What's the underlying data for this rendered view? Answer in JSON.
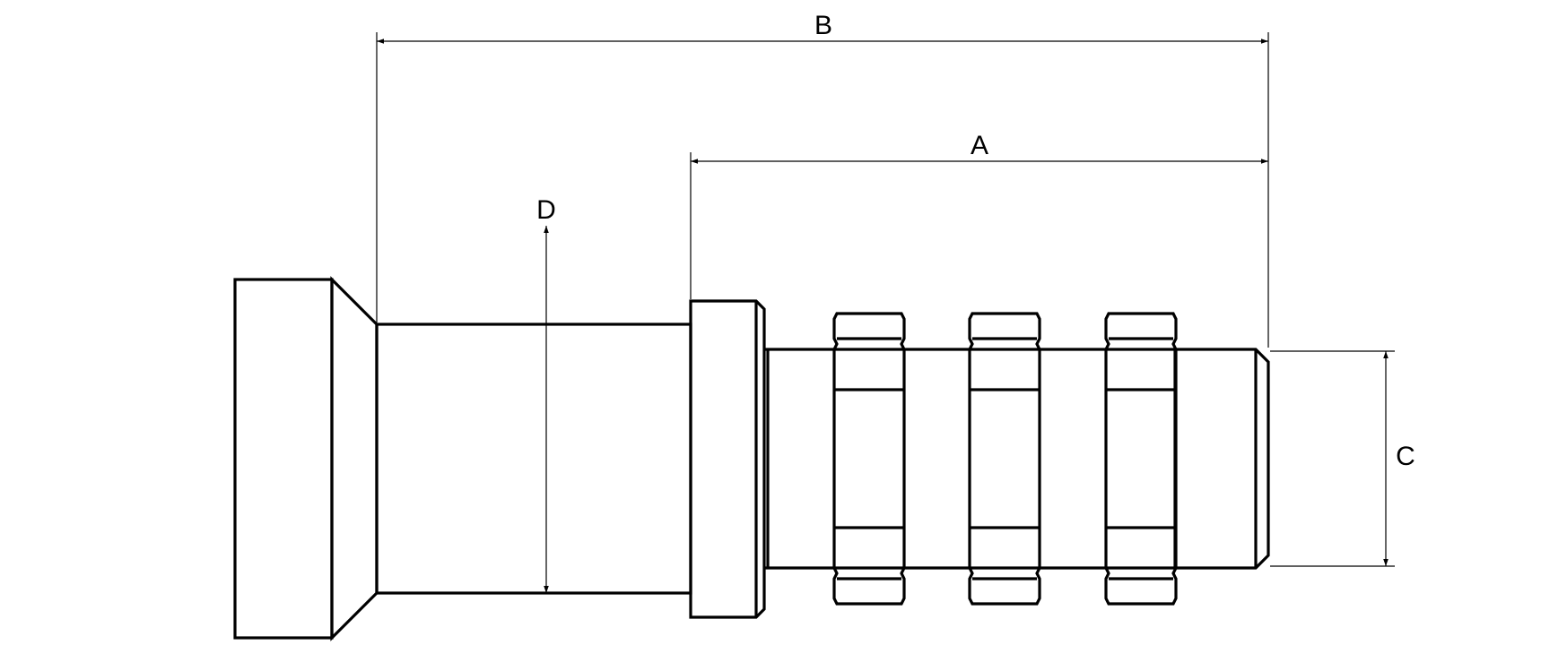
{
  "diagram": {
    "dimensions": {
      "A": "A",
      "B": "B",
      "C": "C",
      "D": "D"
    }
  }
}
